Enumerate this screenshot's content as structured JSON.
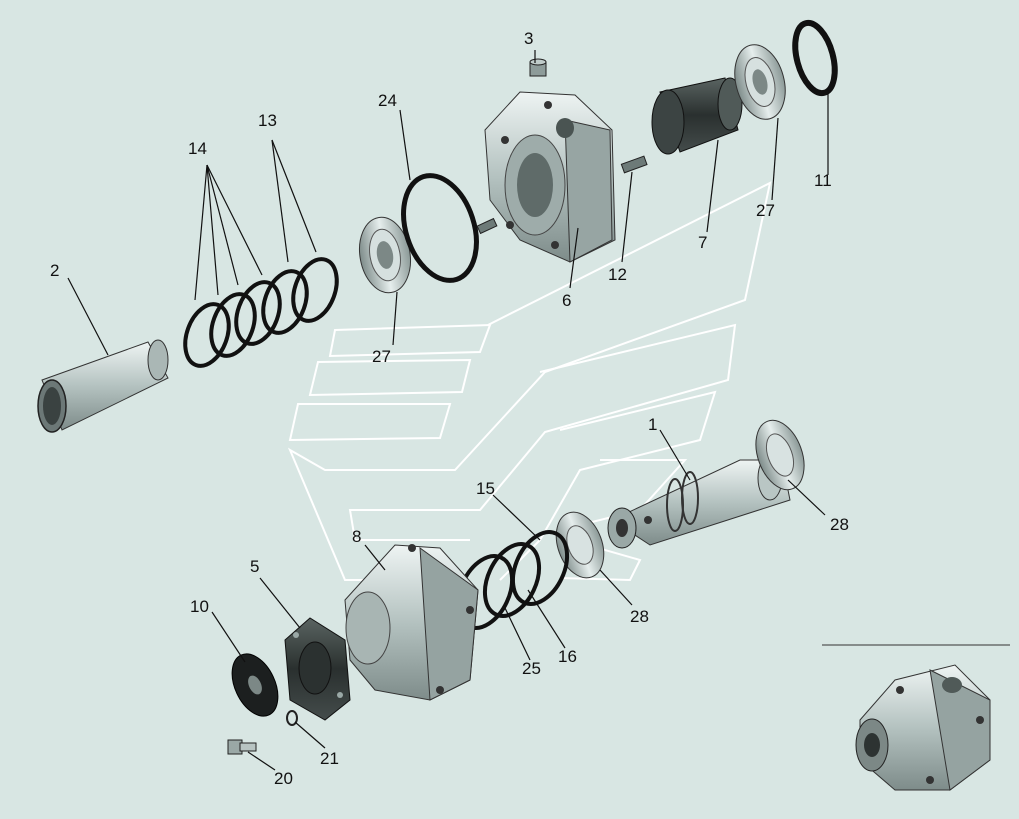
{
  "labels": {
    "l1": "1",
    "l2": "2",
    "l3": "3",
    "l5": "5",
    "l6": "6",
    "l7": "7",
    "l8": "8",
    "l10": "10",
    "l11": "11",
    "l12": "12",
    "l13": "13",
    "l14": "14",
    "l15": "15",
    "l16": "16",
    "l20": "20",
    "l21": "21",
    "l24": "24",
    "l25": "25",
    "l27a": "27",
    "l27b": "27",
    "l28a": "28",
    "l28b": "28"
  },
  "colors": {
    "background": "#d8e6e3",
    "part_fill": "#c9d6d4",
    "part_shade": "#8e9c9a",
    "dark": "#1a1a1a",
    "guide_lines": "#ffffff"
  }
}
